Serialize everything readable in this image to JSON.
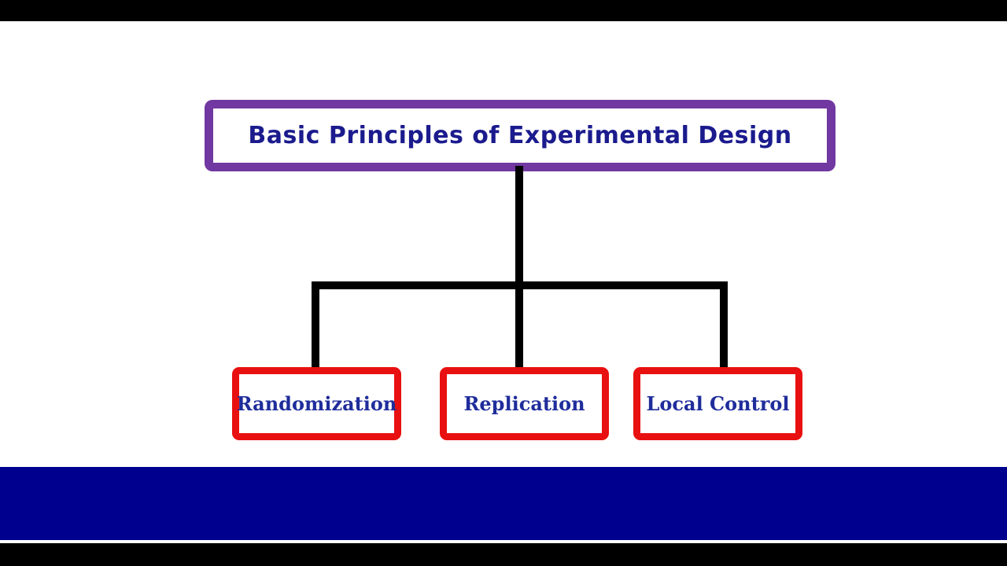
{
  "diagram": {
    "title": "Basic Principles of Experimental Design",
    "children": [
      {
        "label": "Randomization"
      },
      {
        "label": "Replication"
      },
      {
        "label": "Local Control"
      }
    ]
  },
  "colors": {
    "top_bar": "#000000",
    "title_border": "#7038A0",
    "title_text": "#1B1B8E",
    "child_border": "#E81010",
    "label_text": "#1F2D9B",
    "connector": "#000000",
    "footer_bar": "#00008F",
    "bottom_bar": "#000000"
  }
}
